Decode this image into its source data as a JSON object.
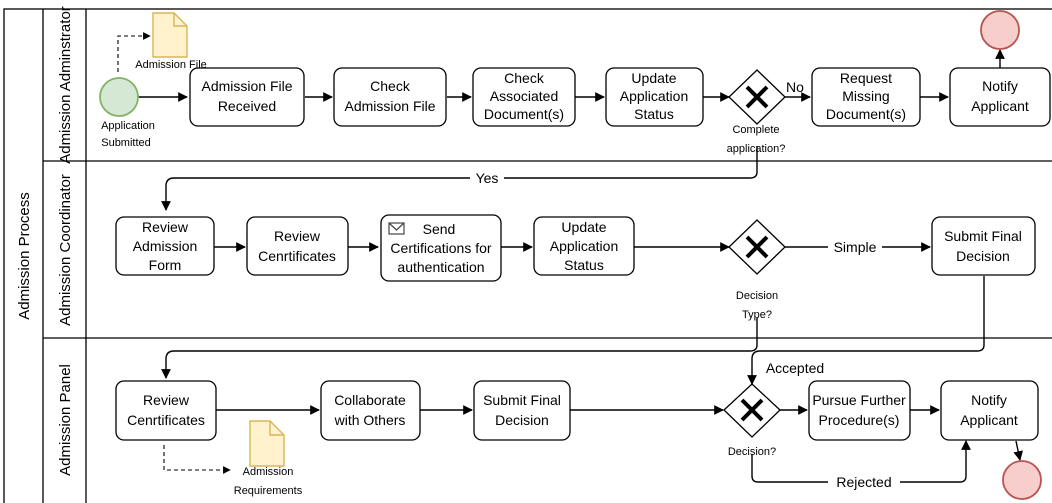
{
  "pool": {
    "title": "Admission Process"
  },
  "lanes": [
    {
      "id": "admin",
      "title": "Admission Adminstrator"
    },
    {
      "id": "coord",
      "title": "Admission Coordinator"
    },
    {
      "id": "panel",
      "title": "Admission Panel"
    }
  ],
  "events": {
    "start": {
      "label": [
        "Application",
        "Submitted"
      ]
    },
    "end_admin": {
      "label": []
    },
    "end_panel": {
      "label": []
    }
  },
  "documents": {
    "admission_file": {
      "label": "Admission File"
    },
    "admission_requirements": {
      "label": [
        "Admission",
        "Requirements"
      ]
    }
  },
  "tasks": {
    "file_received": {
      "label": [
        "Admission File",
        "Received"
      ]
    },
    "check_file": {
      "label": [
        "Check",
        "Admission File"
      ]
    },
    "check_docs": {
      "label": [
        "Check",
        "Associated",
        "Document(s)"
      ]
    },
    "update_status_1": {
      "label": [
        "Update",
        "Application",
        "Status"
      ]
    },
    "request_missing": {
      "label": [
        "Request",
        "Missing",
        "Document(s)"
      ]
    },
    "notify_1": {
      "label": [
        "Notify",
        "Applicant"
      ]
    },
    "review_form": {
      "label": [
        "Review",
        "Admission",
        "Form"
      ]
    },
    "review_cert_1": {
      "label": [
        "Review",
        "Cenrtificates"
      ]
    },
    "send_cert": {
      "label": [
        "Send",
        "Certifications for",
        "authentication"
      ]
    },
    "update_status_2": {
      "label": [
        "Update",
        "Application",
        "Status"
      ]
    },
    "submit_final_1": {
      "label": [
        "Submit Final",
        "Decision"
      ]
    },
    "review_cert_2": {
      "label": [
        "Review",
        "Cenrtificates"
      ]
    },
    "collaborate": {
      "label": [
        "Collaborate",
        "with Others"
      ]
    },
    "submit_final_2": {
      "label": [
        "Submit Final",
        "Decision"
      ]
    },
    "pursue": {
      "label": [
        "Pursue Further",
        "Procedure(s)"
      ]
    },
    "notify_2": {
      "label": [
        "Notify",
        "Applicant"
      ]
    }
  },
  "gateways": {
    "complete": {
      "label": [
        "Complete",
        "application?"
      ]
    },
    "decision_type": {
      "label": [
        "Decision",
        "Type?"
      ]
    },
    "decision": {
      "label": [
        "Decision?"
      ]
    }
  },
  "flow_labels": {
    "no": "No",
    "yes": "Yes",
    "simple": "Simple",
    "accepted": "Accepted",
    "rejected": "Rejected"
  },
  "colors": {
    "start_fill": "#d5e8d4",
    "start_stroke": "#82b366",
    "end_fill": "#f8cecc",
    "end_stroke": "#b85450",
    "doc_fill": "#fff2cc",
    "doc_stroke": "#d6b656"
  },
  "icons": {
    "send_task": "envelope-icon"
  }
}
